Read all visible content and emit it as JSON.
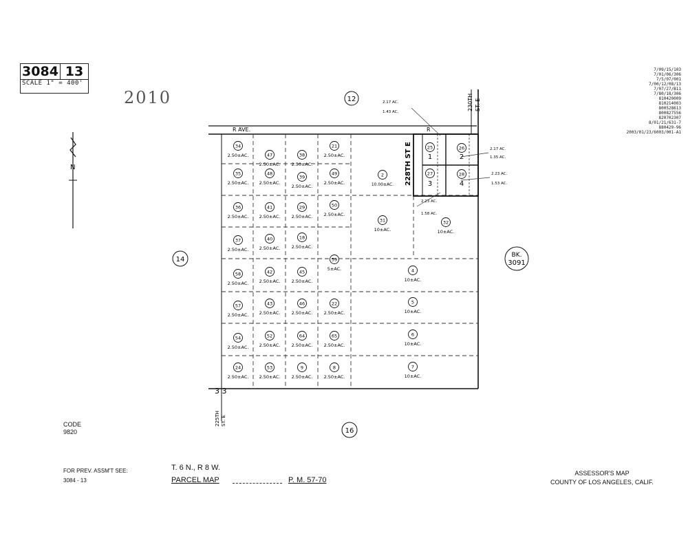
{
  "header": {
    "book_number": "3084",
    "page_number": "13",
    "scale_label": "SCALE 1\" = 400'",
    "year_stamp": "2010"
  },
  "adjacent_pages": {
    "north": "12",
    "west": "14",
    "south": "16",
    "east_book_prefix": "BK.",
    "east_book_number": "3091"
  },
  "streets": {
    "top_avenue": "R AVE.",
    "street_228th": "228TH ST E",
    "street_230th_a": "230TH",
    "street_230th_b": "ST. E",
    "street_225th_a": "225TH",
    "street_225th_b": "ST. E",
    "section_corner": "3 3",
    "r_label": "R"
  },
  "north_arrow": {
    "label": "N"
  },
  "revision_stamps": [
    "7/09/15/103",
    "7/01/06/306",
    "7/5/07/001",
    "7/00/12/08/13",
    "7/07/27/B11",
    "7/80/18/306",
    "810420009",
    "810214003",
    "800528613",
    "800827556",
    "820702307",
    "8/01/21/631-7",
    "880429-96",
    "2003/01/23/6003/001-A1"
  ],
  "parcels": [
    {
      "id": "34",
      "area": "2.50±AC."
    },
    {
      "id": "47",
      "area": "2.50±AC."
    },
    {
      "id": "38",
      "area": "2.50±AC."
    },
    {
      "id": "21",
      "area": "2.50±AC."
    },
    {
      "id": "35",
      "area": "2.50±AC."
    },
    {
      "id": "48",
      "area": "2.50±AC."
    },
    {
      "id": "39",
      "area": "2.50±AC."
    },
    {
      "id": "49",
      "area": "2.50±AC."
    },
    {
      "id": "36",
      "area": "2.50±AC."
    },
    {
      "id": "41",
      "area": "2.50±AC."
    },
    {
      "id": "29",
      "area": "2.50±AC."
    },
    {
      "id": "50",
      "area": "2.50±AC."
    },
    {
      "id": "37",
      "area": "2.50±AC."
    },
    {
      "id": "40",
      "area": "2.50±AC."
    },
    {
      "id": "18",
      "area": "2.50±AC."
    },
    {
      "id": "58",
      "area": "2.50±AC."
    },
    {
      "id": "42",
      "area": "2.50±AC."
    },
    {
      "id": "45",
      "area": "2.50±AC."
    },
    {
      "id": "59",
      "area": "5±AC."
    },
    {
      "id": "57",
      "area": "2.50±AC."
    },
    {
      "id": "43",
      "area": "2.50±AC."
    },
    {
      "id": "46",
      "area": "2.50±AC."
    },
    {
      "id": "22",
      "area": "2.50±AC."
    },
    {
      "id": "54",
      "area": "2.50±AC."
    },
    {
      "id": "52",
      "area": "2.50±AC."
    },
    {
      "id": "64",
      "area": "2.50±AC."
    },
    {
      "id": "65",
      "area": "2.50±AC."
    },
    {
      "id": "24",
      "area": "2.50±AC."
    },
    {
      "id": "53",
      "area": "2.50±AC."
    },
    {
      "id": "9",
      "area": "2.50±AC."
    },
    {
      "id": "8",
      "area": "2.50±AC."
    },
    {
      "id": "2",
      "area": "10.00±AC."
    },
    {
      "id": "31",
      "area": "10±AC."
    },
    {
      "id": "32",
      "area": "10±AC."
    },
    {
      "id": "4",
      "area": "10±AC."
    },
    {
      "id": "5",
      "area": "10±AC."
    },
    {
      "id": "6",
      "area": "10±AC."
    },
    {
      "id": "7",
      "area": "10±AC."
    },
    {
      "id": "25",
      "area": ""
    },
    {
      "id": "26",
      "area": ""
    },
    {
      "id": "27",
      "area": ""
    },
    {
      "id": "28",
      "area": ""
    }
  ],
  "parcel_map_lots": [
    "1",
    "2",
    "3",
    "4"
  ],
  "lot_notes": {
    "lot2": "2.17 AC.",
    "lot2b": "1.35 AC.",
    "lot4": "2.23 AC.",
    "lot4b": "1.53 AC.",
    "top": "2.17 AC.",
    "top_b": "1.43 AC.",
    "bottom": "2.23 AC.",
    "bottom_b": "1.58 AC."
  },
  "footer": {
    "code_label": "CODE",
    "code_value": "9820",
    "prev_label": "FOR PREV. ASSM'T SEE:",
    "prev_value": "3084 - 13",
    "township": "T. 6 N., R 8 W.",
    "parcel_map": "PARCEL MAP",
    "pm_ref": "P. M. 57-70",
    "assessor_title": "ASSESSOR'S MAP",
    "assessor_county": "COUNTY OF LOS ANGELES, CALIF."
  },
  "colors": {
    "ink": "#111111",
    "paper": "#ffffff",
    "stamp": "#555555"
  }
}
